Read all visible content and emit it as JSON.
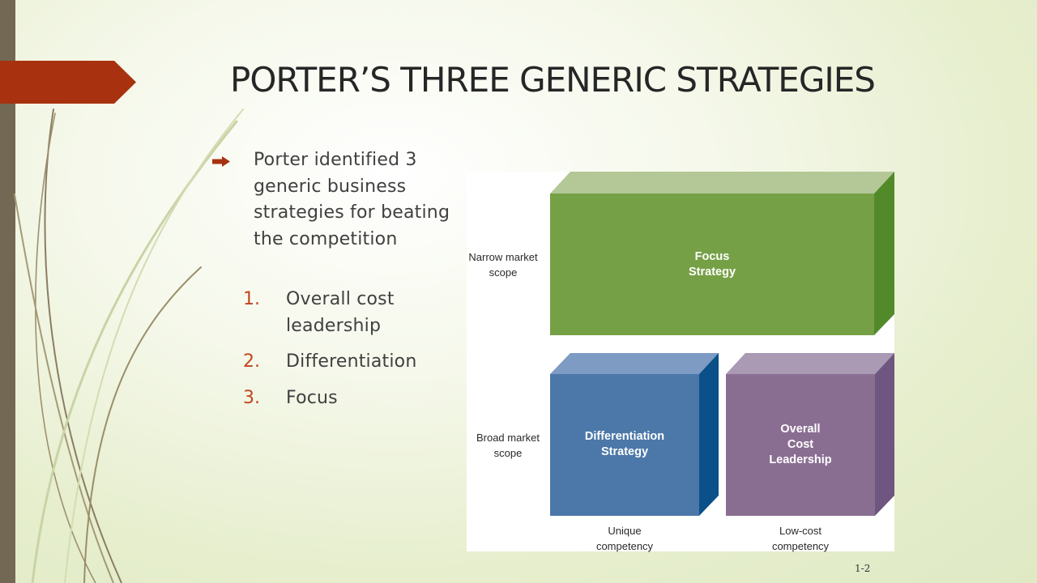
{
  "slide": {
    "title": "PORTER’S THREE GENERIC STRATEGIES",
    "bullet_icon": "arrow-bullet-icon",
    "bullet": "Porter identified 3 generic business strategies for beating the competition",
    "list": [
      {
        "num": "1.",
        "text": "Overall cost leadership"
      },
      {
        "num": "2.",
        "text": "Differentiation"
      },
      {
        "num": "3.",
        "text": "Focus"
      }
    ],
    "slide_number": "1-2"
  },
  "diagram": {
    "row_labels": {
      "narrow": "Narrow market\nscope",
      "broad": "Broad market\nscope"
    },
    "column_labels": {
      "unique": "Unique\ncompetency",
      "low_cost": "Low-cost\ncompetency"
    },
    "boxes": {
      "focus": "Focus\nStrategy",
      "differentiation": "Differentiation\nStrategy",
      "cost": "Overall\nCost\nLeadership"
    }
  },
  "colors": {
    "accent_arrow": "#a8320f",
    "left_bar": "#726853",
    "focus_front": "#76a045",
    "focus_top": "#b3c896",
    "focus_side": "#528a2a",
    "diff_front": "#4b78a8",
    "diff_top": "#7d9bc3",
    "diff_side": "#0b5088",
    "cost_front": "#8a6e92",
    "cost_top": "#aa9ab4",
    "cost_side": "#6e5680",
    "number_color": "#c0461f"
  }
}
